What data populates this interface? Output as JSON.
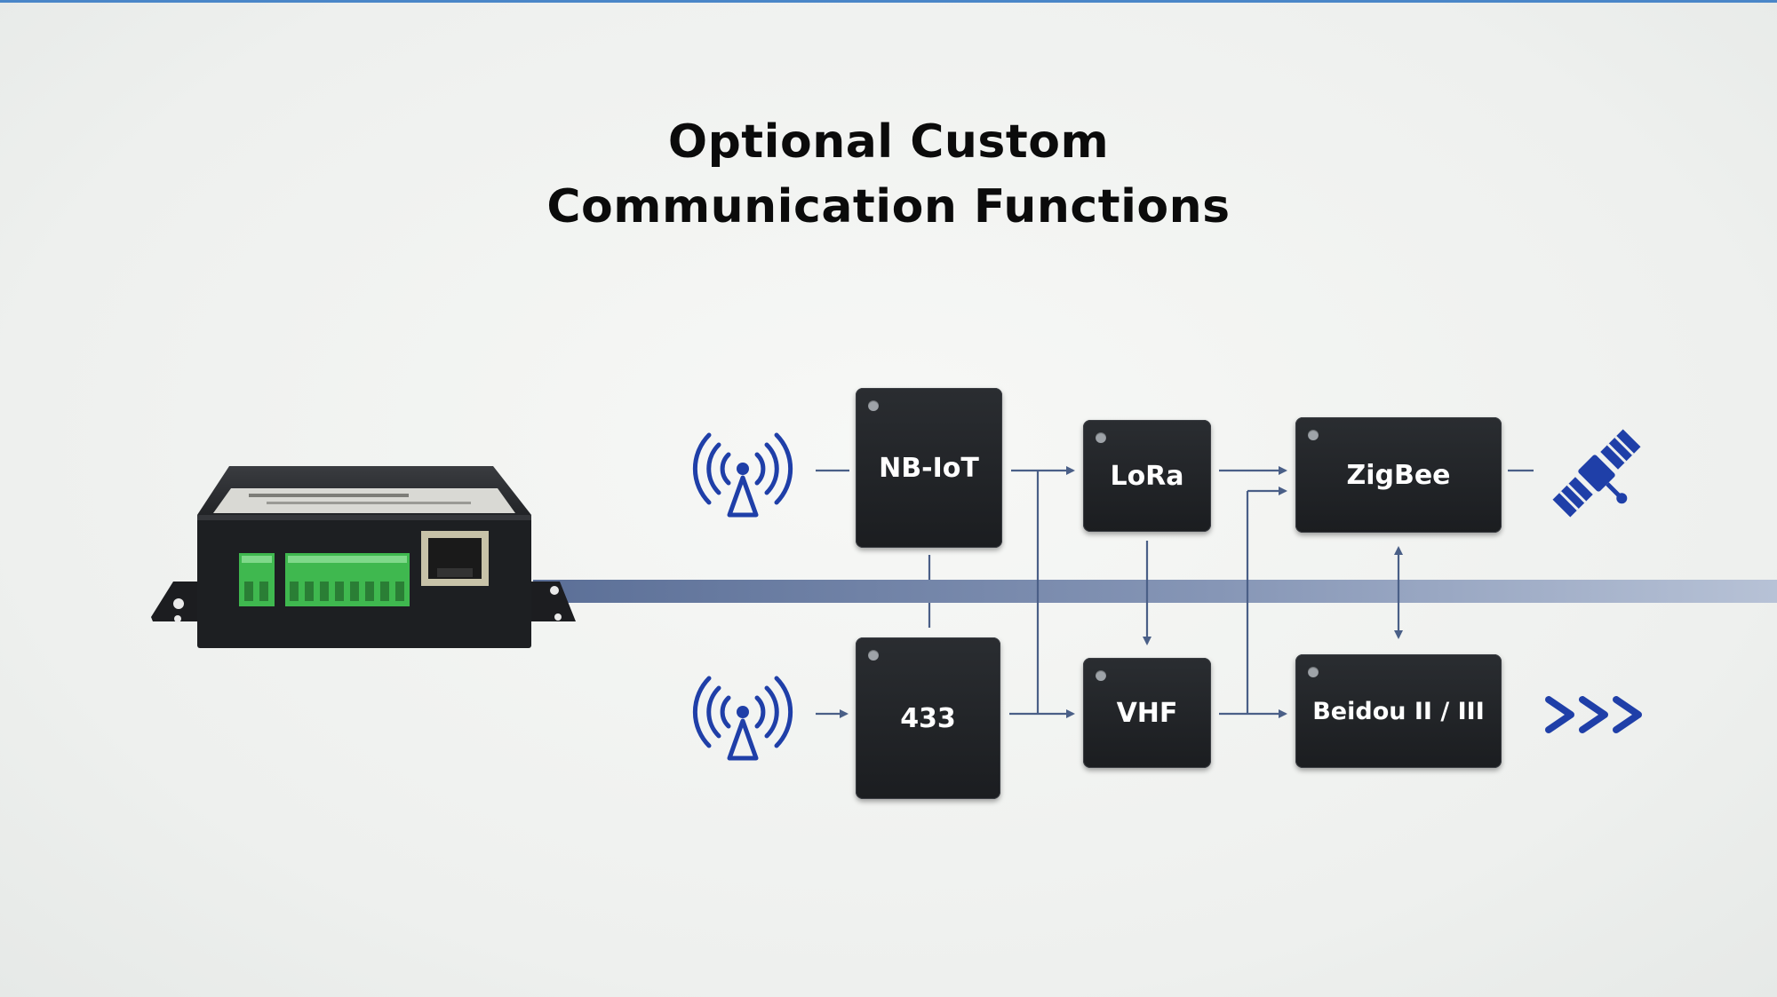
{
  "title": {
    "line1": "Optional Custom",
    "line2": "Communication Functions"
  },
  "colors": {
    "accent": "#1f3fa8",
    "bus": "#7f93b4",
    "connector_green": "#3fb84f",
    "chip": "#1e2023"
  },
  "icons": {
    "signal_tower": "signal-tower-icon",
    "satellite": "satellite-icon",
    "chevrons": "chevrons-right-icon"
  },
  "modules": {
    "nbiot": "NB-IoT",
    "lora": "LoRa",
    "zigbee": "ZigBee",
    "m433": "433",
    "vhf": "VHF",
    "beidou": "Beidou II / III"
  }
}
